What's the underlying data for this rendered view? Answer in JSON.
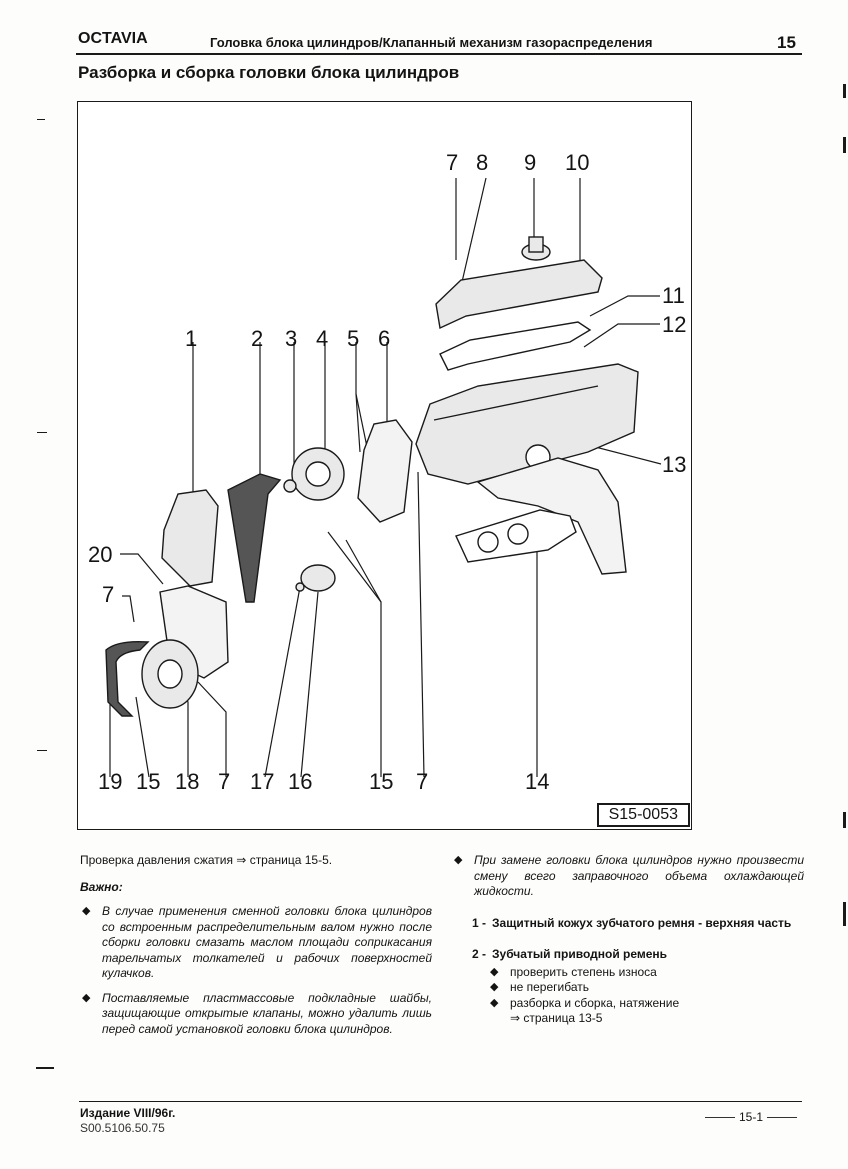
{
  "header": {
    "model": "OCTAVIA",
    "section": "Головка блока цилиндров/Клапанный механизм газораспределения",
    "page_number": "15"
  },
  "title": "Разборка и сборка головки блока цилиндров",
  "figure": {
    "reference": "S15-0053",
    "top_labels": [
      "7",
      "8",
      "9",
      "10"
    ],
    "middle_labels": [
      "1",
      "2",
      "3",
      "4",
      "5",
      "6"
    ],
    "right_labels": [
      "11",
      "12",
      "13"
    ],
    "left_labels": [
      "20",
      "7"
    ],
    "bottom_labels": [
      "19",
      "15",
      "18",
      "7",
      "17",
      "16",
      "15",
      "7",
      "14"
    ]
  },
  "left_column": {
    "compression_check": "Проверка давления сжатия ⇒ страница 15-5.",
    "important_heading": "Важно:",
    "notes": [
      "В случае применения сменной головки блока цилиндров со встроенным распределительным валом нужно после сборки головки смазать маслом площади соприкасания тарельчатых толкателей и рабочих поверхностей кулачков.",
      "Поставляемые пластмассовые подкладные шайбы, защищающие открытые клапаны, можно удалить лишь перед самой установкой головки блока цилиндров."
    ]
  },
  "right_column": {
    "coolant_note": "При замене головки блока цилиндров нужно произвести смену всего заправочного объема охлаждающей жидкости.",
    "parts": [
      {
        "number": "1 -",
        "name": "Защитный кожух зубчатого ремня - верхняя часть"
      },
      {
        "number": "2 -",
        "name": "Зубчатый приводной ремень"
      }
    ],
    "belt_subitems": [
      "проверить степень износа",
      "не перегибать",
      "разборка и сборка, натяжение"
    ],
    "belt_page_ref": "⇒ страница 13-5"
  },
  "footer": {
    "edition": "Издание VIII/96г.",
    "code": "S00.5106.50.75",
    "page": "15-1"
  }
}
